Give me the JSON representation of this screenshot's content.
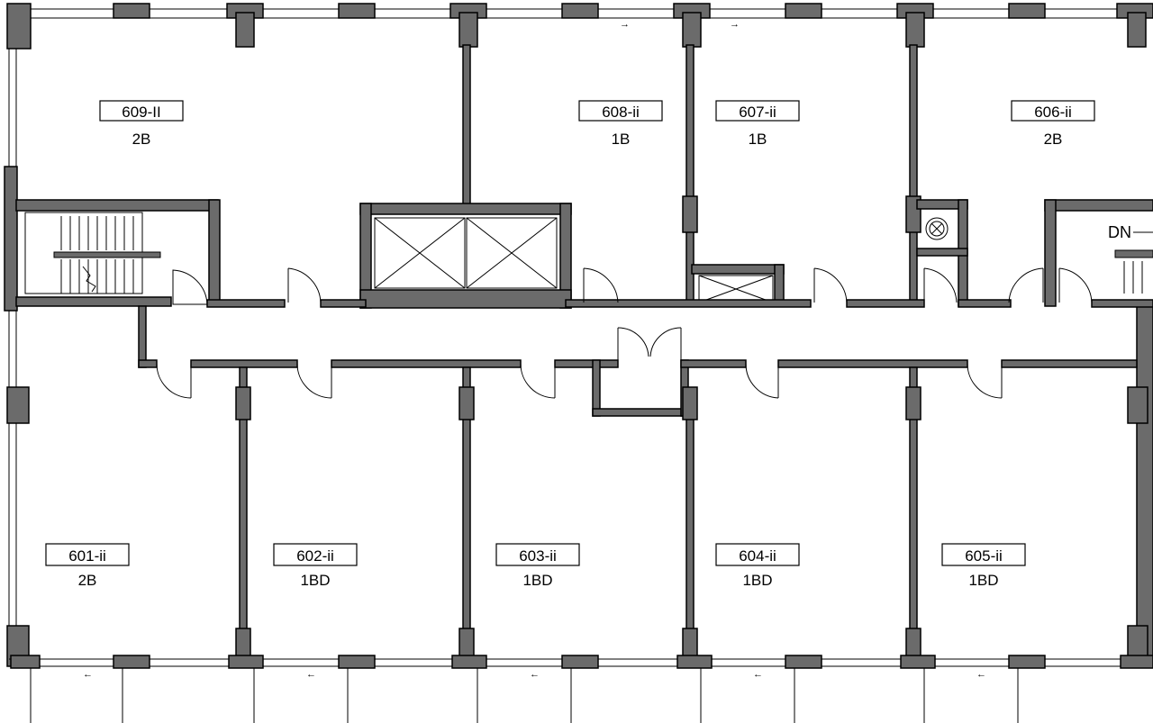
{
  "plan": {
    "units": [
      {
        "id": "609",
        "number": "609-II",
        "type": "2B"
      },
      {
        "id": "608",
        "number": "608-ii",
        "type": "1B"
      },
      {
        "id": "607",
        "number": "607-ii",
        "type": "1B"
      },
      {
        "id": "606",
        "number": "606-ii",
        "type": "2B"
      },
      {
        "id": "601",
        "number": "601-ii",
        "type": "2B"
      },
      {
        "id": "602",
        "number": "602-ii",
        "type": "1BD"
      },
      {
        "id": "603",
        "number": "603-ii",
        "type": "1BD"
      },
      {
        "id": "604",
        "number": "604-ii",
        "type": "1BD"
      },
      {
        "id": "605",
        "number": "605-ii",
        "type": "1BD"
      }
    ],
    "stair_label": "DN",
    "colors": {
      "wall": "#6b6b6b",
      "line": "#000000",
      "background": "#ffffff"
    }
  }
}
